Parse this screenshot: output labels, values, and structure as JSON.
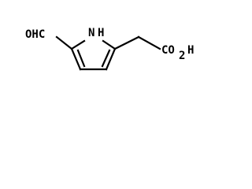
{
  "molecule": {
    "labels": {
      "nh_n": "N",
      "nh_h": "H",
      "aldehyde": "OHC",
      "carboxyl": "CO",
      "carboxyl_h": "H",
      "carboxyl_sub": "2"
    },
    "colors": {
      "bond": "#000000",
      "text": "#000000",
      "background": "#ffffff"
    }
  }
}
